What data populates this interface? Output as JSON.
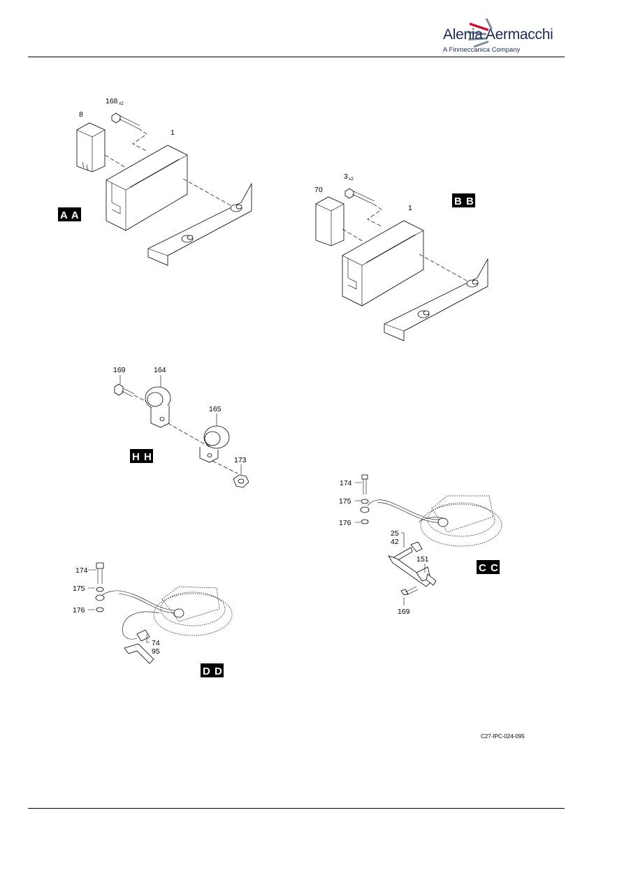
{
  "header": {
    "company": "Alenia Aermacchi",
    "tagline": "A Finmeccanica Company",
    "logo_icon": "alenia-swoosh-icon"
  },
  "figure": {
    "code": "C27-IPC-024-095",
    "views": {
      "aa": {
        "title": "A A",
        "labels": {
          "p8": "8",
          "p168": "168",
          "p168_qty": "x2",
          "p1": "1"
        }
      },
      "bb": {
        "title": "B B",
        "labels": {
          "p70": "70",
          "p3": "3",
          "p3_qty": "x2",
          "p1": "1"
        }
      },
      "hh": {
        "title": "H H",
        "labels": {
          "p169": "169",
          "p164": "164",
          "p165": "165",
          "p173": "173"
        }
      },
      "cc": {
        "title": "C C",
        "labels": {
          "p174": "174",
          "p175": "175",
          "p176": "176",
          "p25": "25",
          "p42": "42",
          "p151": "151",
          "p169": "169"
        }
      },
      "dd": {
        "title": "D D",
        "labels": {
          "p174": "174",
          "p175": "175",
          "p176": "176",
          "p74": "74",
          "p95": "95"
        }
      }
    }
  }
}
